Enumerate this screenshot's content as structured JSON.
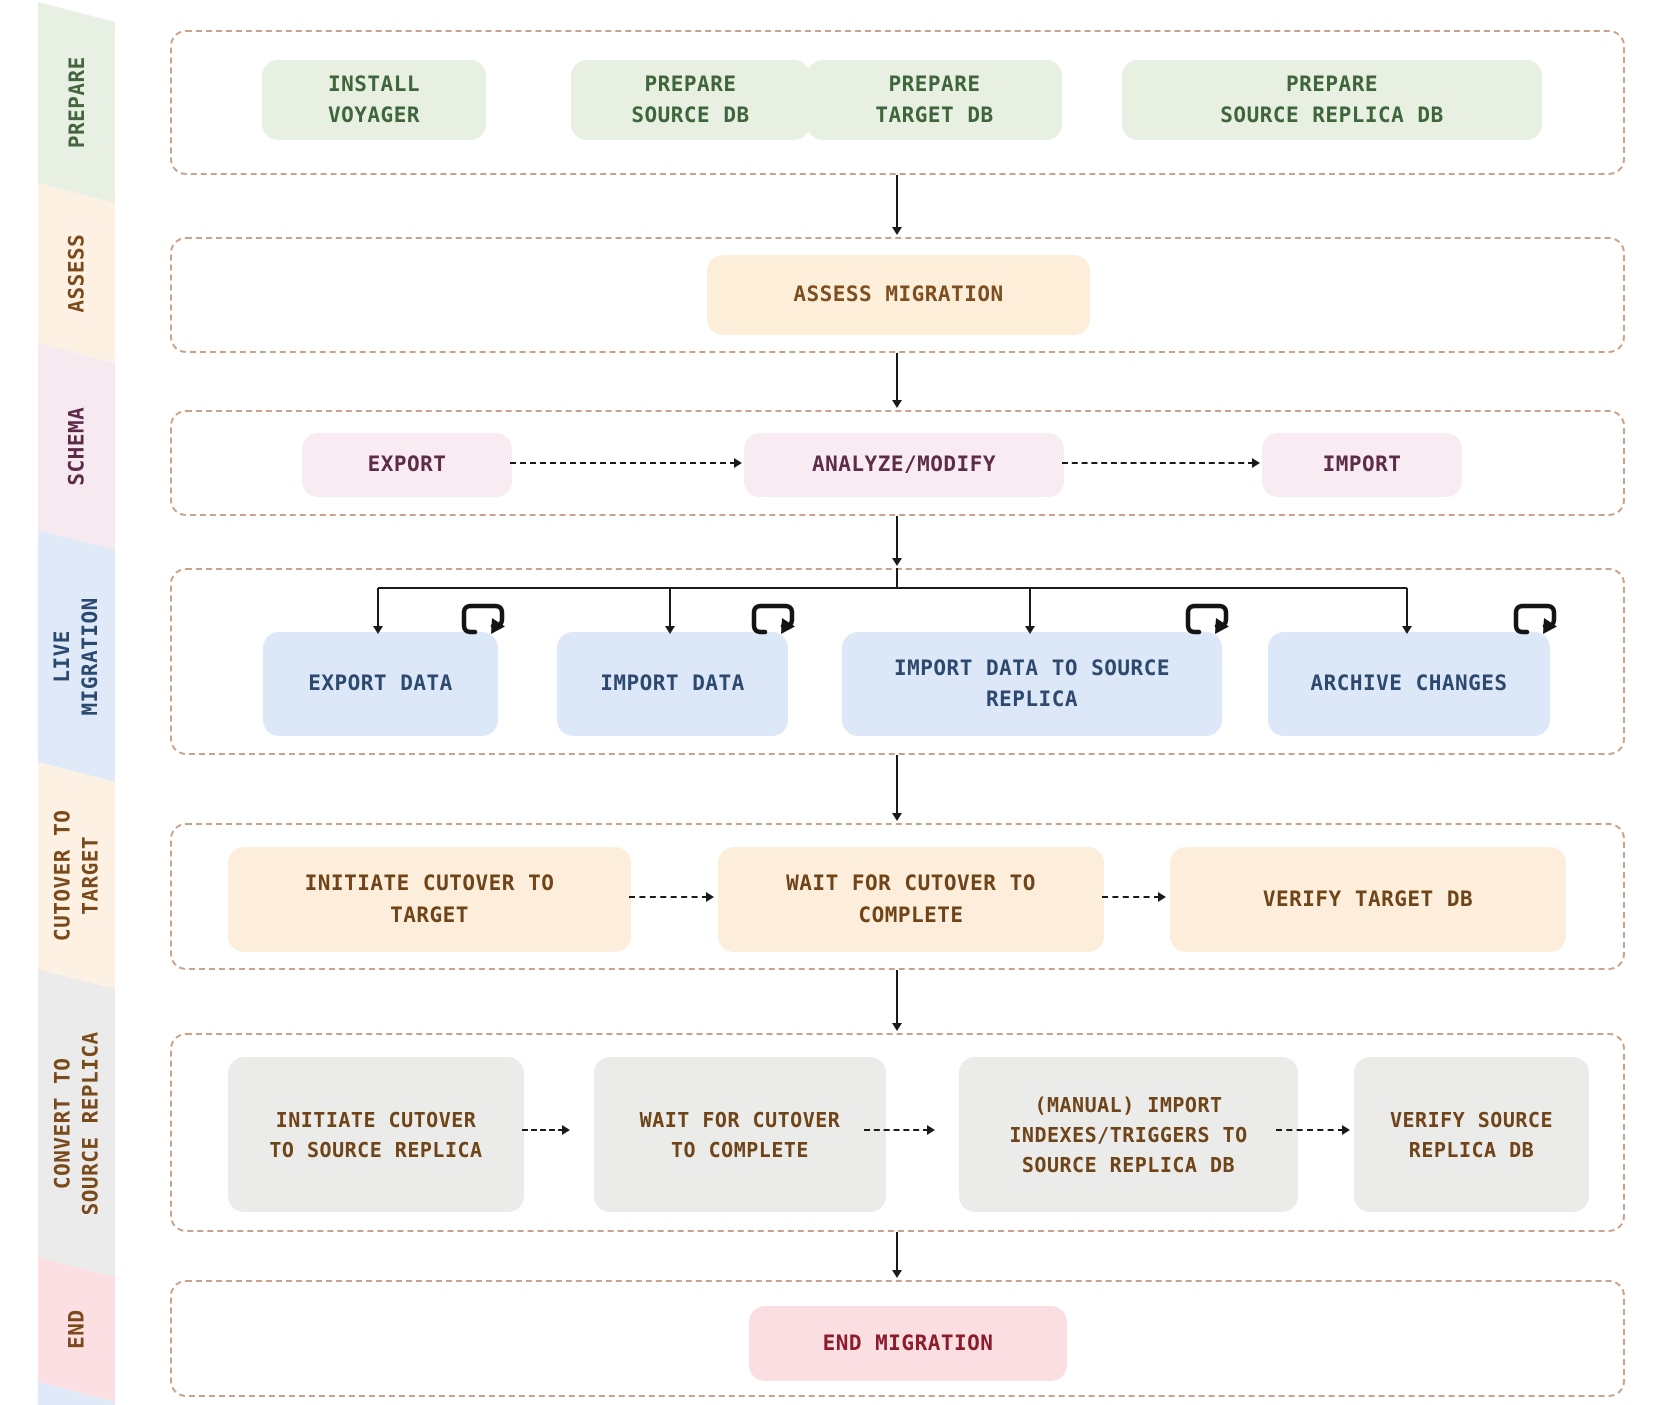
{
  "title": "Database migration workflow",
  "colors": {
    "lane_border": "#c9a28b",
    "arrow": "#1a1a1a",
    "background": "#ffffff",
    "ribbon_tail_fill": "#dfe9f8"
  },
  "diagram": {
    "phases": [
      {
        "id": "prepare",
        "label": "PREPARE",
        "band_fill": "#e7f0e3",
        "band_text": "#44653f",
        "node_fill": "#e7f0e1",
        "node_text": "#3f653c",
        "steps": [
          "INSTALL\nVOYAGER",
          "PREPARE\nSOURCE DB",
          "PREPARE\nTARGET DB",
          "PREPARE\nSOURCE REPLICA DB"
        ]
      },
      {
        "id": "assess",
        "label": "ASSESS",
        "band_fill": "#fdf1e4",
        "band_text": "#7a4a1a",
        "node_fill": "#fdeeda",
        "node_text": "#7d4e1f",
        "steps": [
          "ASSESS MIGRATION"
        ]
      },
      {
        "id": "schema",
        "label": "SCHEMA",
        "band_fill": "#f6e9ef",
        "band_text": "#5c2b49",
        "node_fill": "#f8ebf1",
        "node_text": "#5d2c49",
        "steps": [
          "EXPORT",
          "ANALYZE/MODIFY",
          "IMPORT"
        ]
      },
      {
        "id": "live-migration",
        "label": "LIVE\nMIGRATION",
        "band_fill": "#dfe9f8",
        "band_text": "#2a4a70",
        "node_fill": "#dce7f8",
        "node_text": "#2d4a6e",
        "steps": [
          "EXPORT DATA",
          "IMPORT DATA",
          "IMPORT DATA TO SOURCE\nREPLICA",
          "ARCHIVE CHANGES"
        ],
        "loop_icon": "repeat-icon"
      },
      {
        "id": "cutover-to-target",
        "label": "CUTOVER TO\nTARGET",
        "band_fill": "#fdf1e4",
        "band_text": "#7a4a1a",
        "node_fill": "#fdeedc",
        "node_text": "#6f4418",
        "steps": [
          "INITIATE CUTOVER TO\nTARGET",
          "WAIT FOR CUTOVER TO\nCOMPLETE",
          "VERIFY TARGET DB"
        ]
      },
      {
        "id": "convert-to-source-replica",
        "label": "CONVERT TO\nSOURCE REPLICA",
        "band_fill": "#ebebeb",
        "band_text": "#7a4a1a",
        "node_fill": "#ebebe9",
        "node_text": "#6f4418",
        "steps": [
          "INITIATE CUTOVER\nTO SOURCE REPLICA",
          "WAIT FOR CUTOVER\nTO COMPLETE",
          "(MANUAL) IMPORT\nINDEXES/TRIGGERS TO\nSOURCE REPLICA DB",
          "VERIFY SOURCE\nREPLICA DB"
        ]
      },
      {
        "id": "end",
        "label": "END",
        "band_fill": "#fcdfe3",
        "band_text": "#7a4a1a",
        "node_fill": "#fbdee2",
        "node_text": "#8c1c2c",
        "steps": [
          "END MIGRATION"
        ]
      }
    ]
  }
}
